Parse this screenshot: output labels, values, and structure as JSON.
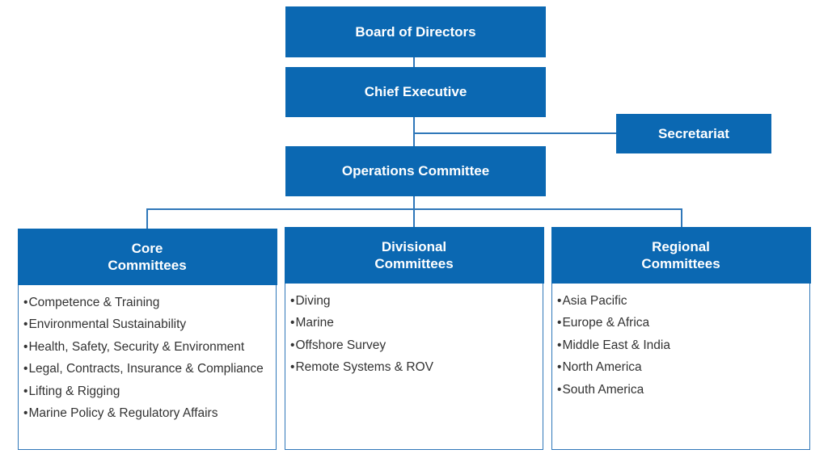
{
  "colors": {
    "box": "#0b68b2",
    "line": "#2f77b9",
    "text": "#333333"
  },
  "top_nodes": {
    "board": "Board of Directors",
    "chief": "Chief Executive",
    "secretariat": "Secretariat",
    "operations": "Operations Committee"
  },
  "columns": [
    {
      "title_line1": "Core",
      "title_line2": "Committees",
      "items": [
        "Competence & Training",
        "Environmental Sustainability",
        "Health, Safety, Security & Environment",
        "Legal, Contracts, Insurance & Compliance",
        "Lifting & Rigging",
        "Marine Policy & Regulatory Affairs"
      ]
    },
    {
      "title_line1": "Divisional",
      "title_line2": "Committees",
      "items": [
        "Diving",
        "Marine",
        "Offshore Survey",
        "Remote Systems & ROV"
      ]
    },
    {
      "title_line1": "Regional",
      "title_line2": "Committees",
      "items": [
        "Asia Pacific",
        "Europe & Africa",
        "Middle East & India",
        "North America",
        "South America"
      ]
    }
  ]
}
